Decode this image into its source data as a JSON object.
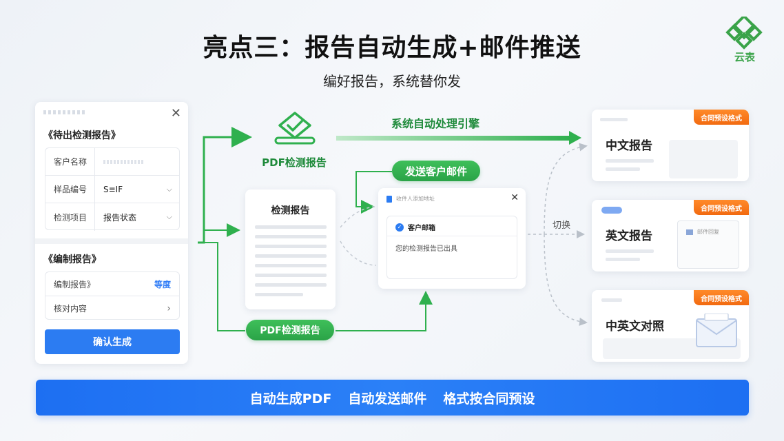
{
  "header": {
    "title": "亮点三：报告自动生成+邮件推送",
    "subtitle": "编好报告，系统替你发",
    "logo_text": "云表"
  },
  "left_panel": {
    "section1_title": "《待出检测报告》",
    "rows": [
      {
        "key": "客户名称",
        "value": ""
      },
      {
        "key": "样品编号",
        "value": "S≡IF"
      },
      {
        "key": "检测项目",
        "value": "报告状态"
      }
    ],
    "section2_title": "《编制报告》",
    "rows2": [
      {
        "key": "编制报告》",
        "value": "等度"
      },
      {
        "key": "核对内容",
        "value": "›"
      }
    ],
    "confirm_label": "确认生成"
  },
  "flow": {
    "pdf_label_top": "PDF检测报告",
    "engine_label": "系统自动处理引擎",
    "send_pill": "发送客户邮件",
    "pdf_pill": "PDF检测报告",
    "switch_label": "切换"
  },
  "doc_card": {
    "title": "检测报告"
  },
  "mail_card": {
    "header": "收件人添加地址",
    "recipient": "客户邮箱",
    "message": "您的检测报告已出具"
  },
  "reports": [
    {
      "tag": "合同预设格式",
      "title": "中文报告"
    },
    {
      "tag": "合同预设格式",
      "title": "英文报告",
      "inner_label": "邮件回复"
    },
    {
      "tag": "合同预设格式",
      "title": "中英文对照"
    }
  ],
  "banner": {
    "items": [
      "自动生成PDF",
      "自动发送邮件",
      "格式按合同预设"
    ]
  },
  "colors": {
    "green": "#2aa347",
    "blue": "#2c7cf2",
    "orange": "#f26a10"
  }
}
